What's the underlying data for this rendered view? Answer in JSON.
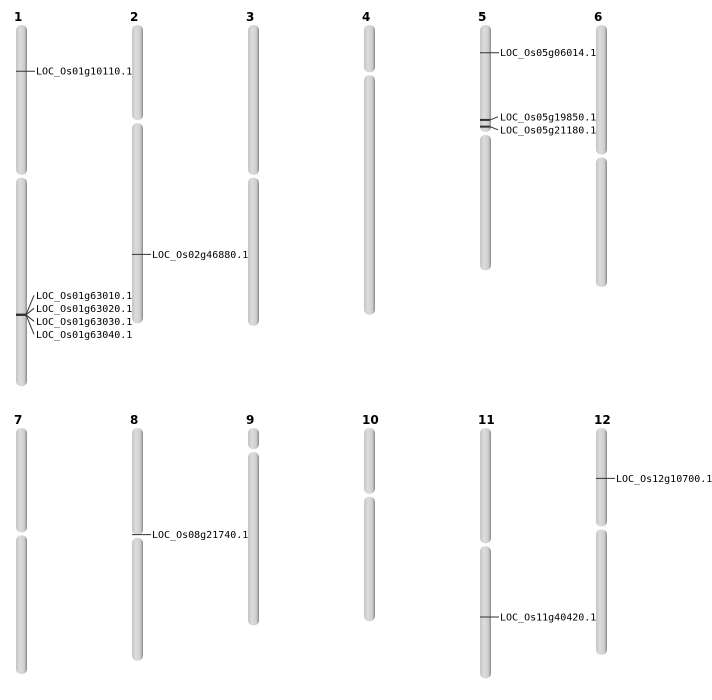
{
  "units": "Mb",
  "chromosomes": [
    {
      "name": "1",
      "length": 43.0,
      "centromere": 18.0,
      "markers": [
        {
          "label": "LOC_Os01g10110.1",
          "pos": 5.5
        },
        {
          "label": "LOC_Os01g63010.1",
          "pos": 34.5
        },
        {
          "label": "LOC_Os01g63020.1",
          "pos": 34.5
        },
        {
          "label": "LOC_Os01g63030.1",
          "pos": 34.5
        },
        {
          "label": "LOC_Os01g63040.1",
          "pos": 34.5
        }
      ]
    },
    {
      "name": "2",
      "length": 35.5,
      "centromere": 11.5,
      "markers": [
        {
          "label": "LOC_Os02g46880.1",
          "pos": 27.3
        }
      ]
    },
    {
      "name": "3",
      "length": 35.8,
      "centromere": 18.0,
      "markers": []
    },
    {
      "name": "4",
      "length": 34.5,
      "centromere": 5.8,
      "markers": []
    },
    {
      "name": "5",
      "length": 29.2,
      "centromere": 12.9,
      "markers": [
        {
          "label": "LOC_Os05g06014.1",
          "pos": 3.3
        },
        {
          "label": "LOC_Os05g19850.1",
          "pos": 11.3
        },
        {
          "label": "LOC_Os05g21180.1",
          "pos": 12.1
        }
      ]
    },
    {
      "name": "6",
      "length": 31.2,
      "centromere": 15.6,
      "markers": []
    },
    {
      "name": "7",
      "length": 29.3,
      "centromere": 12.6,
      "markers": []
    },
    {
      "name": "8",
      "length": 27.7,
      "centromere": 12.9,
      "markers": [
        {
          "label": "LOC_Os08g21740.1",
          "pos": 12.7
        }
      ]
    },
    {
      "name": "9",
      "length": 23.5,
      "centromere": 2.7,
      "markers": []
    },
    {
      "name": "10",
      "length": 23.0,
      "centromere": 8.0,
      "markers": []
    },
    {
      "name": "11",
      "length": 29.8,
      "centromere": 13.9,
      "markers": [
        {
          "label": "LOC_Os11g40420.1",
          "pos": 22.5
        }
      ]
    },
    {
      "name": "12",
      "length": 27.0,
      "centromere": 11.9,
      "markers": [
        {
          "label": "LOC_Os12g10700.1",
          "pos": 6.0
        }
      ]
    }
  ]
}
